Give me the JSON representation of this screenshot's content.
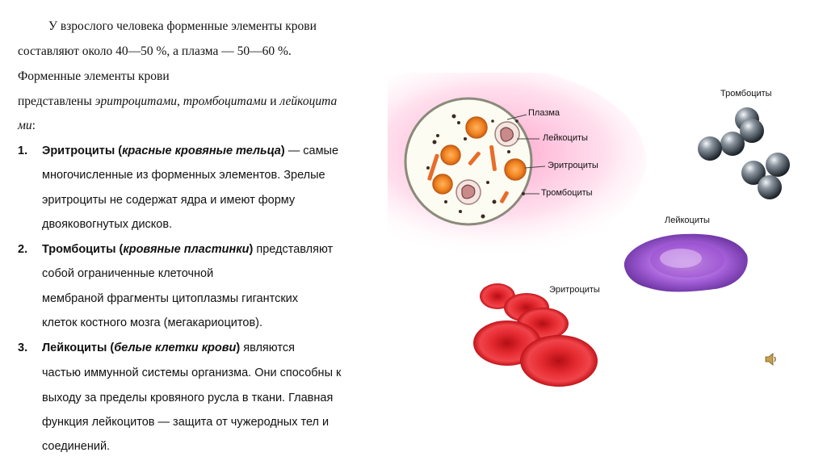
{
  "intro": {
    "line1": "У взрослого человека форменные элементы крови",
    "line2": "составляют около 40—50 %, а плазма — 50—60 %.",
    "line3": "Форменные элементы крови",
    "line4_pre": "представлены ",
    "line4_i1": "эритроцитами",
    "line4_sep": ", ",
    "line4_i2": "тромбоцитами",
    "line4_and": " и ",
    "line4_i3": "лейкоцита",
    "line5_i": "ми",
    "line5_end": ":"
  },
  "items": [
    {
      "num": "1.",
      "bold": "Эритроциты",
      "paren_i": "красные кровяные тельца",
      "rest1": " — самые",
      "lines": [
        "многочисленные из форменных элементов. Зрелые",
        "эритроциты не содержат ядра и имеют форму",
        "двояковогнутых дисков."
      ]
    },
    {
      "num": "2.",
      "bold": "Тромбоциты",
      "paren_i": "кровяные пластинки",
      "rest1": " представляют",
      "lines": [
        "собой ограниченные клеточной",
        "мембраной фрагменты цитоплазмы гигантских",
        "клеток костного мозга (мегакариоцитов)."
      ]
    },
    {
      "num": "3.",
      "bold": "Лейкоциты",
      "paren_i": "белые клетки крови",
      "rest1": " являются",
      "lines": [
        "частью иммунной системы организма. Они способны к",
        "выходу за пределы кровяного русла в ткани. Главная",
        "функция лейкоцитов — защита от чужеродных тел и",
        "соединений."
      ]
    }
  ],
  "labels": {
    "plasma": "Плазма",
    "leukocytes": "Лейкоциты",
    "erythrocytes": "Эритроциты",
    "thrombocytes": "Тромбоциты",
    "thrombocytes_big": "Тромбоциты",
    "leukocytes_big": "Лейкоциты",
    "erythrocytes_big": "Эритроциты"
  },
  "icons": {
    "speaker": "speaker-icon"
  },
  "colors": {
    "erythrocyte": "#e8202a",
    "leukocyte": "#9b4fd0",
    "platelet": "#5a6470",
    "glow": "#ff8fc0"
  }
}
